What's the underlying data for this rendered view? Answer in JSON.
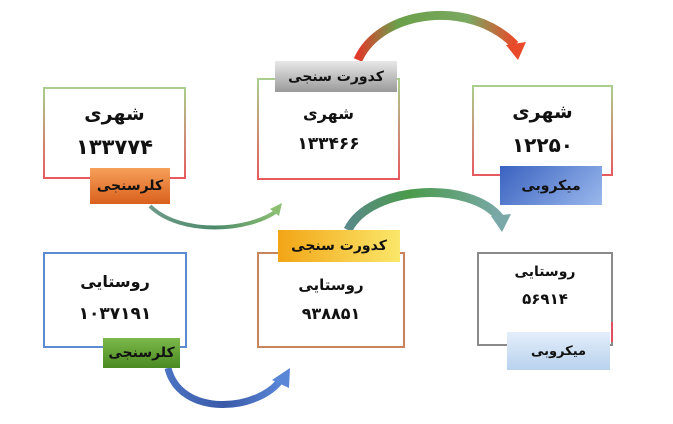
{
  "diagram": {
    "top_row": [
      {
        "title": "شهری",
        "value": "۱۳۳۷۷۴",
        "tag": "کلرسنجی",
        "tag_color": "#e0742a"
      },
      {
        "title": "شهری",
        "value": "۱۳۳۴۶۶",
        "tag": "کدورت سنجی",
        "tag_color": "#a8a8a8"
      },
      {
        "title": "شهری",
        "value": "۱۲۲۵۰",
        "tag": "میکروبی",
        "tag_color": "#5b7fd0"
      }
    ],
    "bottom_row": [
      {
        "title": "روستایی",
        "value": "۱۰۳۷۱۹۱",
        "tag": "کلرسنجی",
        "tag_color": "#5f9e2f"
      },
      {
        "title": "روستایی",
        "value": "۹۳۸۸۵۱",
        "tag": "کدورت سنجی",
        "tag_color": "#f6c323"
      },
      {
        "title": "روستایی",
        "value": "۵۶۹۱۴",
        "tag": "میکروبی",
        "tag_color": "#c6dcf2"
      }
    ],
    "arrows": [
      {
        "from": "top-middle",
        "to": "top-right",
        "color": "green-to-red"
      },
      {
        "from": "top-left",
        "to": "top-middle",
        "color": "green"
      },
      {
        "from": "bottom-middle",
        "to": "bottom-right",
        "color": "green"
      },
      {
        "from": "bottom-left",
        "to": "bottom-middle",
        "color": "blue"
      }
    ]
  }
}
